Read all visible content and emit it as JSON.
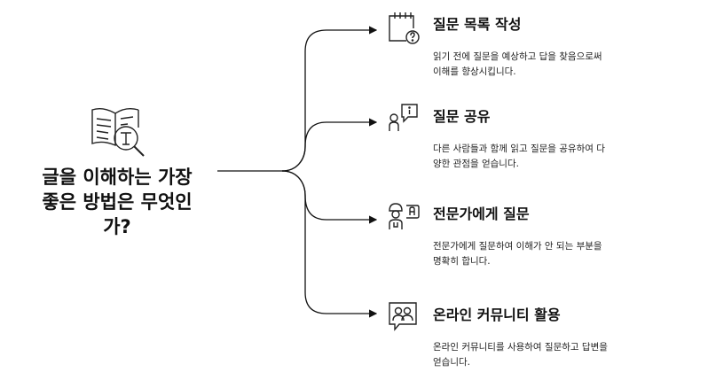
{
  "central": {
    "icon": "book-search-icon",
    "title_lines": [
      "글을 이해하는 가장",
      "좋은 방법은 무엇인",
      "가?"
    ]
  },
  "branches": [
    {
      "icon": "notepad-question-icon",
      "title": "질문 목록 작성",
      "desc_lines": [
        "읽기 전에 질문을 예상하고 답을 찾음으로써",
        "이해를 향상시킵니다."
      ]
    },
    {
      "icon": "person-info-bubble-icon",
      "title": "질문 공유",
      "desc_lines": [
        "다른 사람들과 함께 읽고 질문을 공유하여 다",
        "양한 관점을 얻습니다."
      ]
    },
    {
      "icon": "expert-answer-icon",
      "title": "전문가에게 질문",
      "desc_lines": [
        "전문가에게 질문하여 이해가 안 되는 부분을",
        "명확히 합니다."
      ]
    },
    {
      "icon": "community-chat-icon",
      "title": "온라인 커뮤니티 활용",
      "desc_lines": [
        "온라인 커뮤니티를 사용하여 질문하고 답변을",
        "얻습니다."
      ]
    }
  ]
}
